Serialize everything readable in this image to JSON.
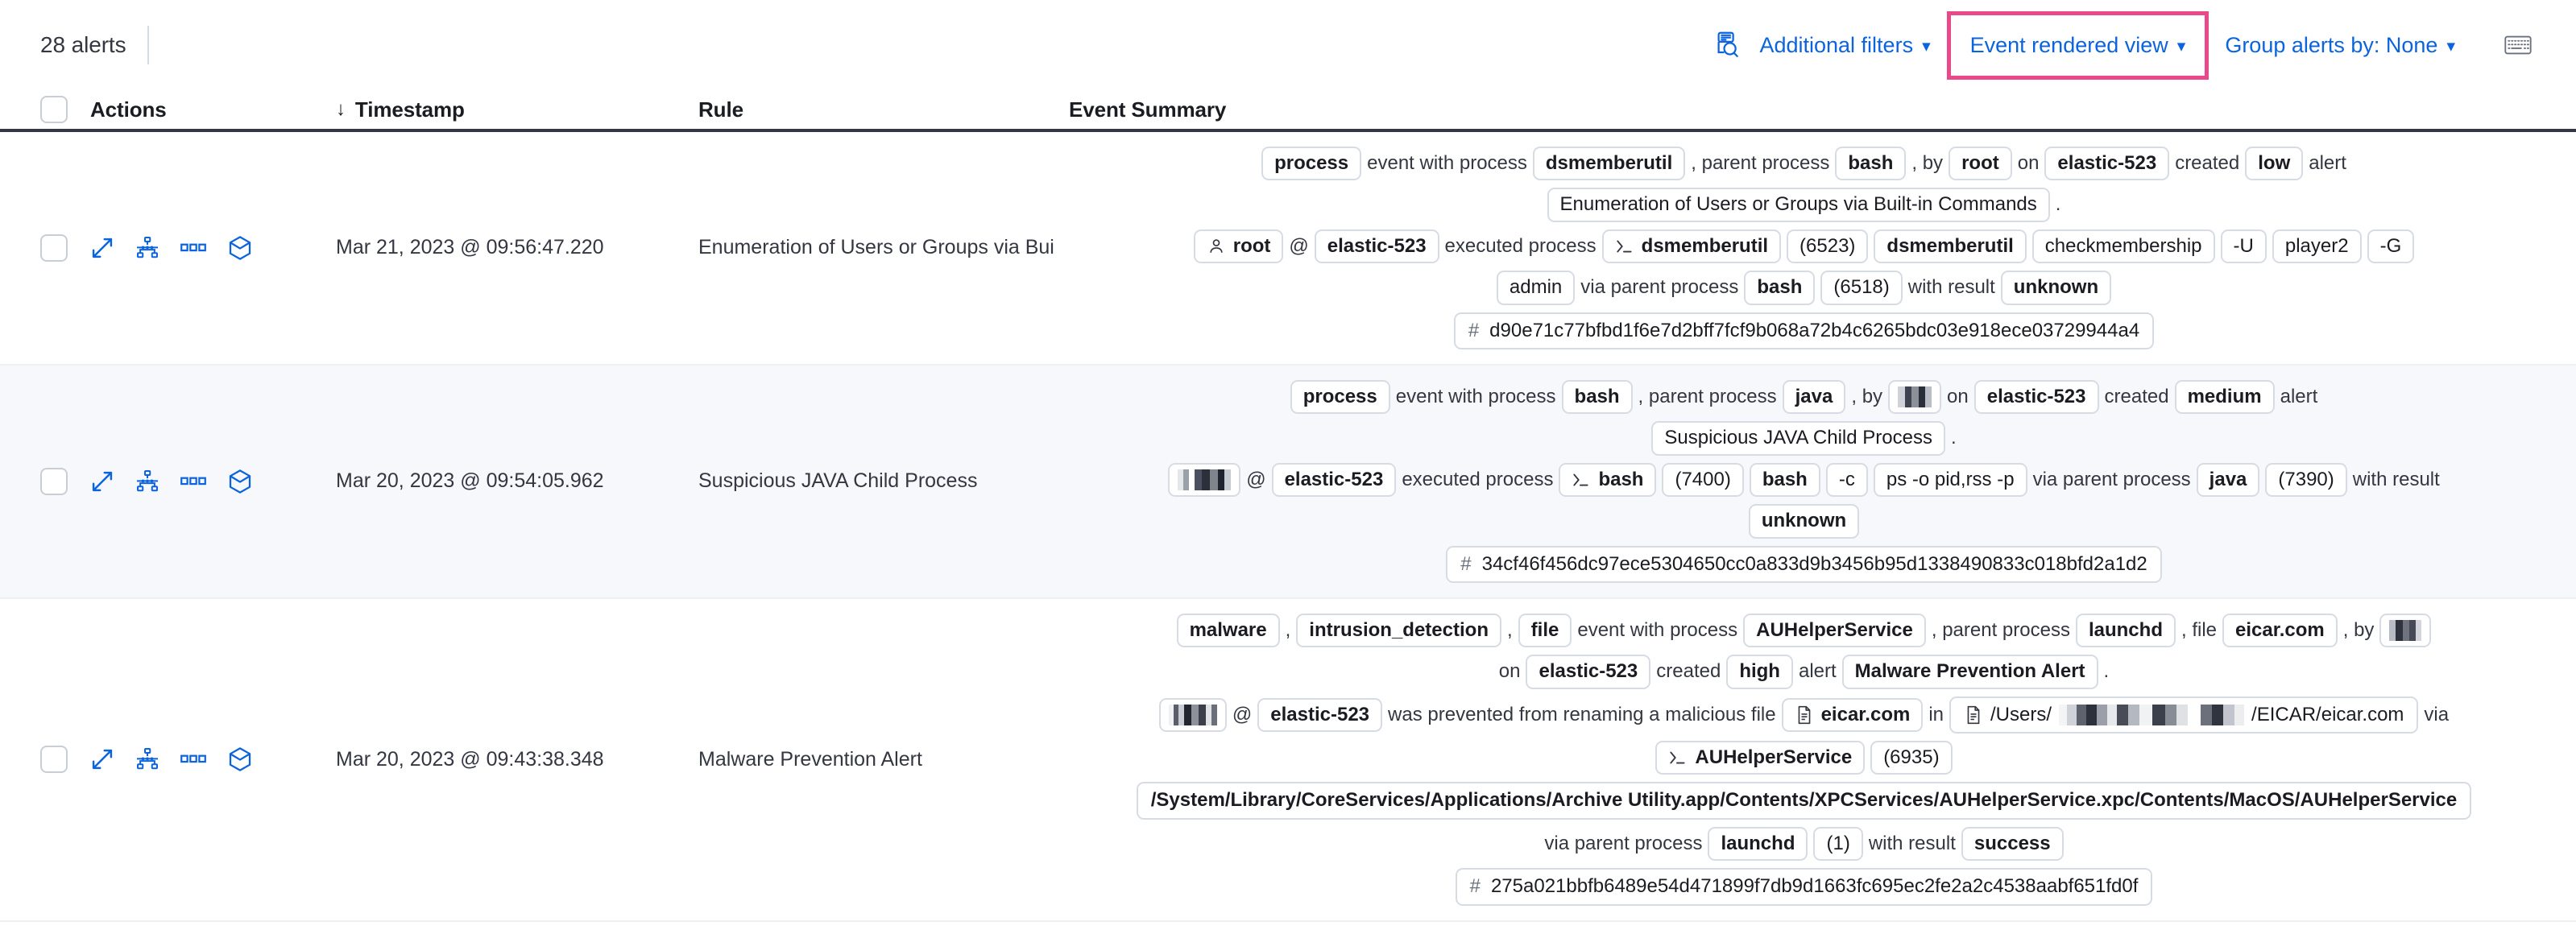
{
  "toolbar": {
    "alert_count": "28 alerts",
    "search_icon": "inspect-search-icon",
    "additional_filters": "Additional filters",
    "event_rendered_view": "Event rendered view",
    "group_alerts_by": "Group alerts by: None",
    "keyboard_icon": "keyboard-shortcuts-icon",
    "chevron": "⌄",
    "accent_blue": "#0b64dd",
    "highlight_pink": "#e9488a"
  },
  "columns": {
    "select_all": "select-all-checkbox",
    "actions": "Actions",
    "timestamp": "Timestamp",
    "timestamp_sort": "↓",
    "rule": "Rule",
    "event_summary": "Event Summary"
  },
  "row_actions": [
    {
      "name": "expand-icon"
    },
    {
      "name": "analyze-event-icon"
    },
    {
      "name": "more-actions-icon"
    },
    {
      "name": "session-view-icon"
    }
  ],
  "rows": [
    {
      "timestamp": "Mar 21, 2023 @ 09:56:47.220",
      "rule": "Enumeration of Users or Groups via Bui",
      "lines": [
        [
          {
            "t": "badge",
            "v": "process",
            "strong": true
          },
          {
            "t": "txt",
            "v": "event with process"
          },
          {
            "t": "badge",
            "v": "dsmemberutil",
            "strong": true
          },
          {
            "t": "txt",
            "v": ", parent process"
          },
          {
            "t": "badge",
            "v": "bash",
            "strong": true
          },
          {
            "t": "txt",
            "v": ", by"
          },
          {
            "t": "badge",
            "v": "root",
            "strong": true
          },
          {
            "t": "txt",
            "v": "on"
          },
          {
            "t": "badge",
            "v": "elastic-523",
            "strong": true
          },
          {
            "t": "txt",
            "v": "created"
          },
          {
            "t": "badge",
            "v": "low",
            "strong": true
          },
          {
            "t": "txt",
            "v": "alert"
          }
        ],
        [
          {
            "t": "badge",
            "v": "Enumeration of Users or Groups via Built-in Commands"
          },
          {
            "t": "txt",
            "v": "."
          }
        ],
        [
          {
            "t": "badge",
            "v": "root",
            "strong": true,
            "icon": "user-icon"
          },
          {
            "t": "txt",
            "v": "@"
          },
          {
            "t": "badge",
            "v": "elastic-523",
            "strong": true
          },
          {
            "t": "txt",
            "v": "executed process"
          },
          {
            "t": "badge",
            "v": "dsmemberutil",
            "strong": true,
            "icon": "console-icon"
          },
          {
            "t": "badge",
            "v": "(6523)"
          },
          {
            "t": "badge",
            "v": "dsmemberutil",
            "strong": true
          },
          {
            "t": "badge",
            "v": "checkmembership"
          },
          {
            "t": "badge",
            "v": "-U"
          },
          {
            "t": "badge",
            "v": "player2"
          },
          {
            "t": "badge",
            "v": "-G"
          }
        ],
        [
          {
            "t": "badge",
            "v": "admin"
          },
          {
            "t": "txt",
            "v": "via parent process"
          },
          {
            "t": "badge",
            "v": "bash",
            "strong": true
          },
          {
            "t": "badge",
            "v": "(6518)"
          },
          {
            "t": "txt",
            "v": "with result"
          },
          {
            "t": "badge",
            "v": "unknown",
            "strong": true
          }
        ],
        [
          {
            "t": "hash",
            "v": "d90e71c77bfbd1f6e7d2bff7fcf9b068a72b4c6265bdc03e918ece03729944a4"
          }
        ]
      ]
    },
    {
      "timestamp": "Mar 20, 2023 @ 09:54:05.962",
      "rule": "Suspicious JAVA Child Process",
      "lines": [
        [
          {
            "t": "badge",
            "v": "process",
            "strong": true
          },
          {
            "t": "txt",
            "v": "event with process"
          },
          {
            "t": "badge",
            "v": "bash",
            "strong": true
          },
          {
            "t": "txt",
            "v": ", parent process"
          },
          {
            "t": "badge",
            "v": "java",
            "strong": true
          },
          {
            "t": "txt",
            "v": ", by"
          },
          {
            "t": "redact",
            "v": "r1"
          },
          {
            "t": "txt",
            "v": "on"
          },
          {
            "t": "badge",
            "v": "elastic-523",
            "strong": true
          },
          {
            "t": "txt",
            "v": "created"
          },
          {
            "t": "badge",
            "v": "medium",
            "strong": true
          },
          {
            "t": "txt",
            "v": "alert"
          }
        ],
        [
          {
            "t": "badge",
            "v": "Suspicious JAVA Child Process"
          },
          {
            "t": "txt",
            "v": "."
          }
        ],
        [
          {
            "t": "redact",
            "v": "r2"
          },
          {
            "t": "txt",
            "v": "@"
          },
          {
            "t": "badge",
            "v": "elastic-523",
            "strong": true
          },
          {
            "t": "txt",
            "v": "executed process"
          },
          {
            "t": "badge",
            "v": "bash",
            "strong": true,
            "icon": "console-icon"
          },
          {
            "t": "badge",
            "v": "(7400)"
          },
          {
            "t": "badge",
            "v": "bash",
            "strong": true
          },
          {
            "t": "badge",
            "v": "-c"
          },
          {
            "t": "badge",
            "v": "ps -o pid,rss -p"
          },
          {
            "t": "txt",
            "v": "via parent process"
          },
          {
            "t": "badge",
            "v": "java",
            "strong": true
          },
          {
            "t": "badge",
            "v": "(7390)"
          },
          {
            "t": "txt",
            "v": "with result"
          }
        ],
        [
          {
            "t": "badge",
            "v": "unknown",
            "strong": true
          }
        ],
        [
          {
            "t": "hash",
            "v": "34cf46f456dc97ece5304650cc0a833d9b3456b95d1338490833c018bfd2a1d2"
          }
        ]
      ]
    },
    {
      "timestamp": "Mar 20, 2023 @ 09:43:38.348",
      "rule": "Malware Prevention Alert",
      "lines": [
        [
          {
            "t": "badge",
            "v": "malware",
            "strong": true
          },
          {
            "t": "txt",
            "v": ","
          },
          {
            "t": "badge",
            "v": "intrusion_detection",
            "strong": true
          },
          {
            "t": "txt",
            "v": ","
          },
          {
            "t": "badge",
            "v": "file",
            "strong": true
          },
          {
            "t": "txt",
            "v": "event with process"
          },
          {
            "t": "badge",
            "v": "AUHelperService",
            "strong": true
          },
          {
            "t": "txt",
            "v": ", parent process"
          },
          {
            "t": "badge",
            "v": "launchd",
            "strong": true
          },
          {
            "t": "txt",
            "v": ", file"
          },
          {
            "t": "badge",
            "v": "eicar.com",
            "strong": true
          },
          {
            "t": "txt",
            "v": ", by"
          },
          {
            "t": "redact",
            "v": "r3"
          }
        ],
        [
          {
            "t": "txt",
            "v": "on"
          },
          {
            "t": "badge",
            "v": "elastic-523",
            "strong": true
          },
          {
            "t": "txt",
            "v": "created"
          },
          {
            "t": "badge",
            "v": "high",
            "strong": true
          },
          {
            "t": "txt",
            "v": "alert"
          },
          {
            "t": "badge",
            "v": "Malware Prevention Alert",
            "strong": true
          },
          {
            "t": "txt",
            "v": "."
          }
        ],
        [
          {
            "t": "redact",
            "v": "r4"
          },
          {
            "t": "txt",
            "v": "@"
          },
          {
            "t": "badge",
            "v": "elastic-523",
            "strong": true
          },
          {
            "t": "txt",
            "v": "was prevented from renaming a malicious file"
          },
          {
            "t": "badge",
            "v": "eicar.com",
            "strong": true,
            "icon": "file-icon"
          },
          {
            "t": "txt",
            "v": "in"
          },
          {
            "t": "badge-redact-path",
            "v": "/Users/",
            "v2": "/EICAR/eicar.com",
            "icon": "file-icon",
            "redact": "r5"
          },
          {
            "t": "txt",
            "v": "via"
          }
        ],
        [
          {
            "t": "badge",
            "v": "AUHelperService",
            "strong": true,
            "icon": "console-icon"
          },
          {
            "t": "badge",
            "v": "(6935)"
          }
        ],
        [
          {
            "t": "badge",
            "v": "/System/Library/CoreServices/Applications/Archive Utility.app/Contents/XPCServices/AUHelperService.xpc/Contents/MacOS/AUHelperService",
            "strong": true,
            "path": true
          }
        ],
        [
          {
            "t": "txt",
            "v": "via parent process"
          },
          {
            "t": "badge",
            "v": "launchd",
            "strong": true
          },
          {
            "t": "badge",
            "v": "(1)"
          },
          {
            "t": "txt",
            "v": "with result"
          },
          {
            "t": "badge",
            "v": "success",
            "strong": true
          }
        ],
        [
          {
            "t": "hash",
            "v": "275a021bbfb6489e54d471899f7db9d1663fc695ec2fe2a2c4538aabf651fd0f"
          }
        ]
      ]
    }
  ]
}
